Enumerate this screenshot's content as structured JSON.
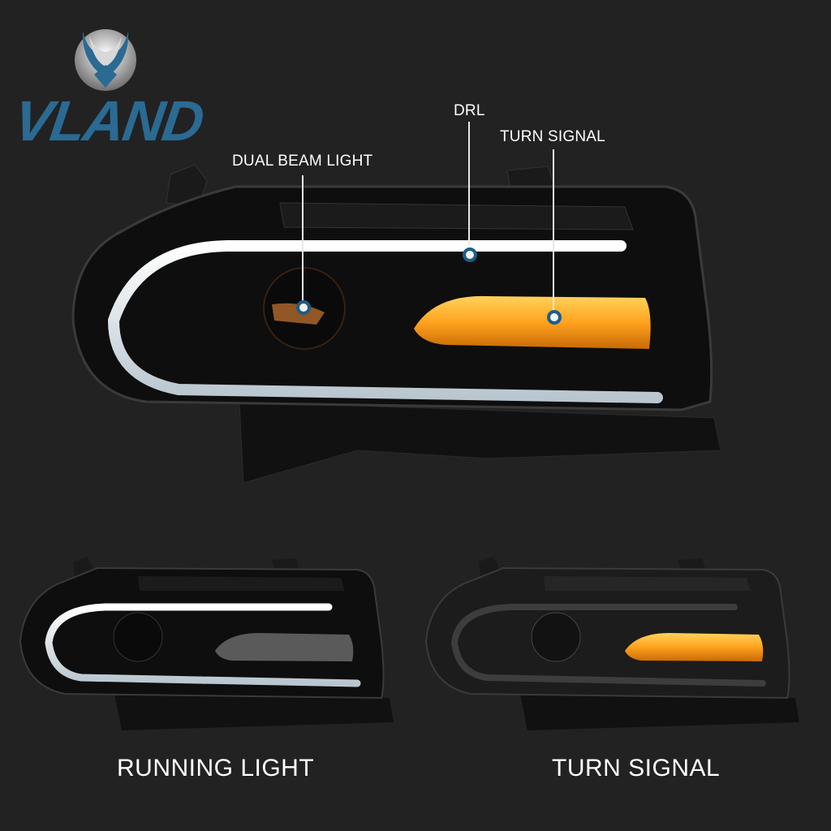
{
  "brand": {
    "name": "VLAND",
    "logo_icon": "vland-emblem-icon",
    "colors": {
      "primary": "#2a6a93",
      "silver": "#c8c8c8"
    }
  },
  "background_color": "#222222",
  "main_product": {
    "description": "headlight assembly with DRL and amber turn signal illuminated",
    "callouts": [
      {
        "label": "DUAL BEAM LIGHT",
        "target": "projector"
      },
      {
        "label": "DRL",
        "target": "upper light bar"
      },
      {
        "label": "TURN SIGNAL",
        "target": "amber signal lens"
      }
    ],
    "pin_color": "#1e5d86"
  },
  "variants": [
    {
      "caption": "RUNNING LIGHT",
      "state": "DRL on, signal off"
    },
    {
      "caption": "TURN SIGNAL",
      "state": "DRL off, signal amber"
    }
  ],
  "colors": {
    "drl": "#f4f8fb",
    "amber": "#ffa21f",
    "housing": "#0e0e0e"
  }
}
